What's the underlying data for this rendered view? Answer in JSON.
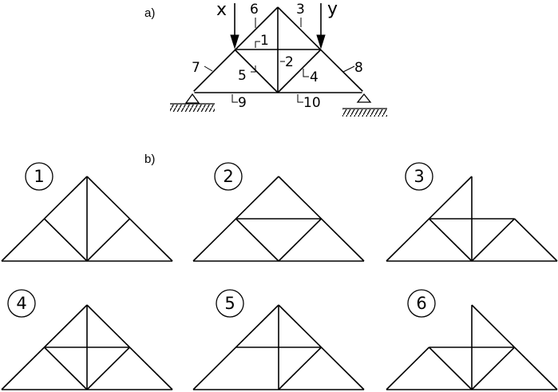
{
  "figure": {
    "part_a_label": "a)",
    "part_b_label": "b)",
    "loads": [
      {
        "label": "x"
      },
      {
        "label": "y"
      }
    ],
    "member_labels": [
      "1",
      "2",
      "3",
      "4",
      "5",
      "6",
      "7",
      "8",
      "9",
      "10"
    ],
    "variants": [
      {
        "label": "1"
      },
      {
        "label": "2"
      },
      {
        "label": "3"
      },
      {
        "label": "4"
      },
      {
        "label": "5"
      },
      {
        "label": "6"
      }
    ]
  }
}
